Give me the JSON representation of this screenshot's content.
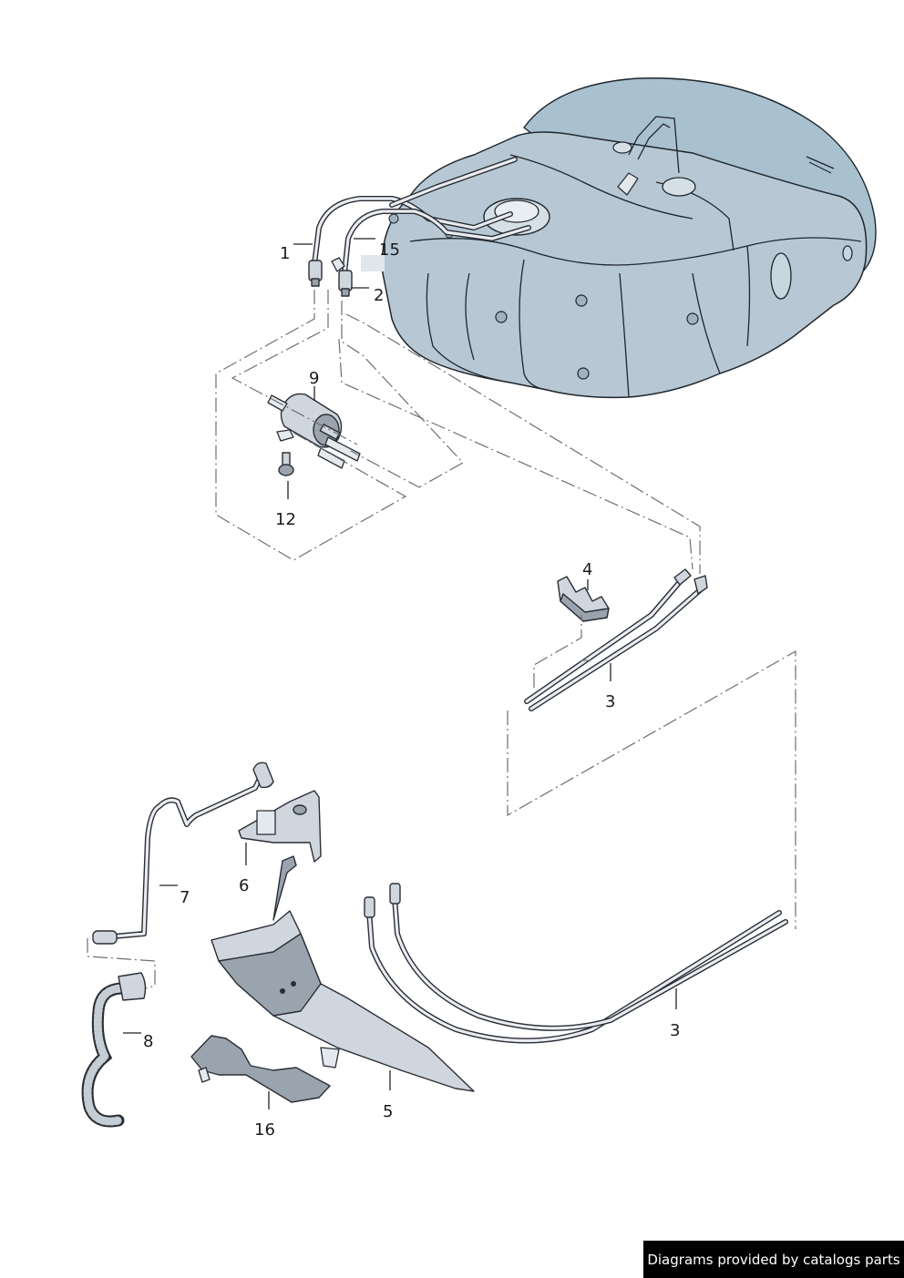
{
  "callouts": {
    "c1": "1",
    "c15": "15",
    "c2": "2",
    "c9": "9",
    "c12": "12",
    "c4": "4",
    "c3a": "3",
    "c7": "7",
    "c6": "6",
    "c8": "8",
    "c3b": "3",
    "c5": "5",
    "c16": "16"
  },
  "watermark": "Diagrams provided by catalogs parts",
  "colors": {
    "tank": "#b7c8d4",
    "tank_top": "#a9c0cf",
    "part": "#cfd6dd",
    "outline": "#2a2e35"
  }
}
